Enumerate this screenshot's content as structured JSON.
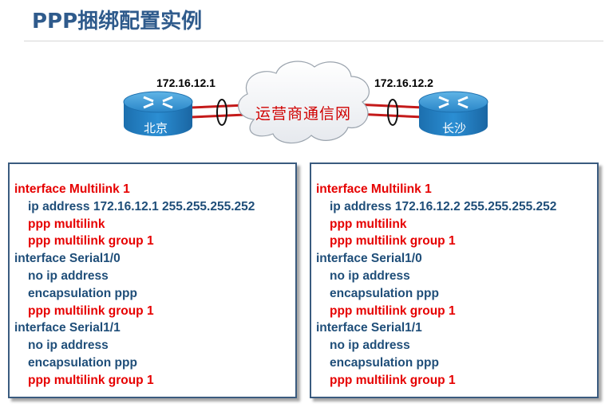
{
  "page": {
    "title": "PPP捆绑配置实例"
  },
  "diagram": {
    "left_router": {
      "name": "北京",
      "ip": "172.16.12.1"
    },
    "right_router": {
      "name": "长沙",
      "ip": "172.16.12.2"
    },
    "cloud": {
      "label": "运营商通信网"
    }
  },
  "colors": {
    "highlight": "#e60000",
    "normal": "#1f4e79",
    "title": "#2f5b8c",
    "router": "#1f7fc0"
  },
  "configs": [
    {
      "lines": [
        {
          "text": "interface Multilink 1",
          "color": "red",
          "indent": false
        },
        {
          "text": "ip address 172.16.12.1 255.255.255.252",
          "color": "blue",
          "indent": true
        },
        {
          "text": "ppp multilink",
          "color": "red",
          "indent": true
        },
        {
          "text": "ppp multilink group 1",
          "color": "red",
          "indent": true
        },
        {
          "text": "interface Serial1/0",
          "color": "blue",
          "indent": false
        },
        {
          "text": "no ip address",
          "color": "blue",
          "indent": true
        },
        {
          "text": "encapsulation ppp",
          "color": "blue",
          "indent": true
        },
        {
          "text": "ppp multilink group 1",
          "color": "red",
          "indent": true
        },
        {
          "text": "interface Serial1/1",
          "color": "blue",
          "indent": false
        },
        {
          "text": "no ip address",
          "color": "blue",
          "indent": true
        },
        {
          "text": "encapsulation ppp",
          "color": "blue",
          "indent": true
        },
        {
          "text": "ppp multilink group 1",
          "color": "red",
          "indent": true
        }
      ]
    },
    {
      "lines": [
        {
          "text": "interface Multilink 1",
          "color": "red",
          "indent": false
        },
        {
          "text": "ip address 172.16.12.2 255.255.255.252",
          "color": "blue",
          "indent": true
        },
        {
          "text": "ppp multilink",
          "color": "red",
          "indent": true
        },
        {
          "text": "ppp multilink group 1",
          "color": "red",
          "indent": true
        },
        {
          "text": "interface Serial1/0",
          "color": "blue",
          "indent": false
        },
        {
          "text": "no ip address",
          "color": "blue",
          "indent": true
        },
        {
          "text": "encapsulation ppp",
          "color": "blue",
          "indent": true
        },
        {
          "text": "ppp multilink group 1",
          "color": "red",
          "indent": true
        },
        {
          "text": "interface Serial1/1",
          "color": "blue",
          "indent": false
        },
        {
          "text": "no ip address",
          "color": "blue",
          "indent": true
        },
        {
          "text": "encapsulation ppp",
          "color": "blue",
          "indent": true
        },
        {
          "text": "ppp multilink group 1",
          "color": "red",
          "indent": true
        }
      ]
    }
  ]
}
